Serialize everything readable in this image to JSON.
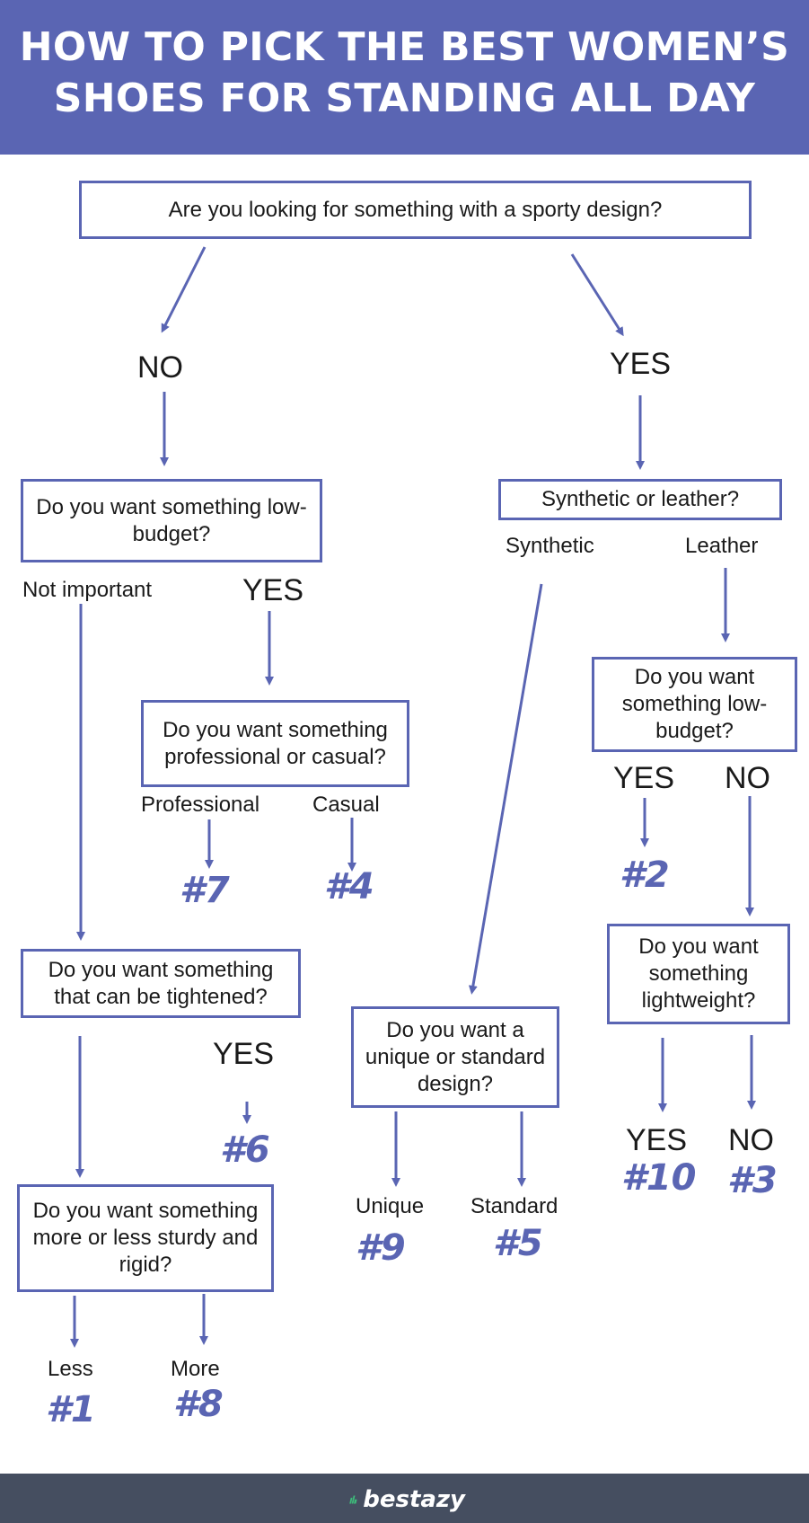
{
  "title": "HOW TO PICK THE BEST WOMEN’S SHOES FOR STANDING ALL DAY",
  "questions": {
    "sporty": "Are you looking for something with a sporty design?",
    "budget_left": "Do you want something low-budget?",
    "material": "Synthetic or leather?",
    "prof_casual": "Do you want something professional or casual?",
    "budget_right": "Do you want something low-budget?",
    "tighten": "Do you want something that can be tightened?",
    "unique_std": "Do you want a unique or standard design?",
    "lightweight": "Do you want something lightweight?",
    "sturdy": "Do you want something more or less sturdy and rigid?"
  },
  "labels": {
    "no_main": "NO",
    "yes_main": "YES",
    "not_important": "Not important",
    "yes_budget": "YES",
    "synthetic": "Synthetic",
    "leather": "Leather",
    "professional": "Professional",
    "casual": "Casual",
    "yes_r_budget": "YES",
    "no_r_budget": "NO",
    "yes_tighten": "YES",
    "yes_light": "YES",
    "no_light": "NO",
    "unique": "Unique",
    "standard": "Standard",
    "less": "Less",
    "more": "More"
  },
  "results": {
    "r7": "#7",
    "r4": "#4",
    "r2": "#2",
    "r6": "#6",
    "r10": "#10",
    "r3": "#3",
    "r9": "#9",
    "r5": "#5",
    "r1": "#1",
    "r8": "#8"
  },
  "footer": {
    "brand": "bestazy"
  },
  "colors": {
    "accent": "#5a65b3",
    "footer": "#454e60",
    "logo_green": "#3dbb7a"
  }
}
